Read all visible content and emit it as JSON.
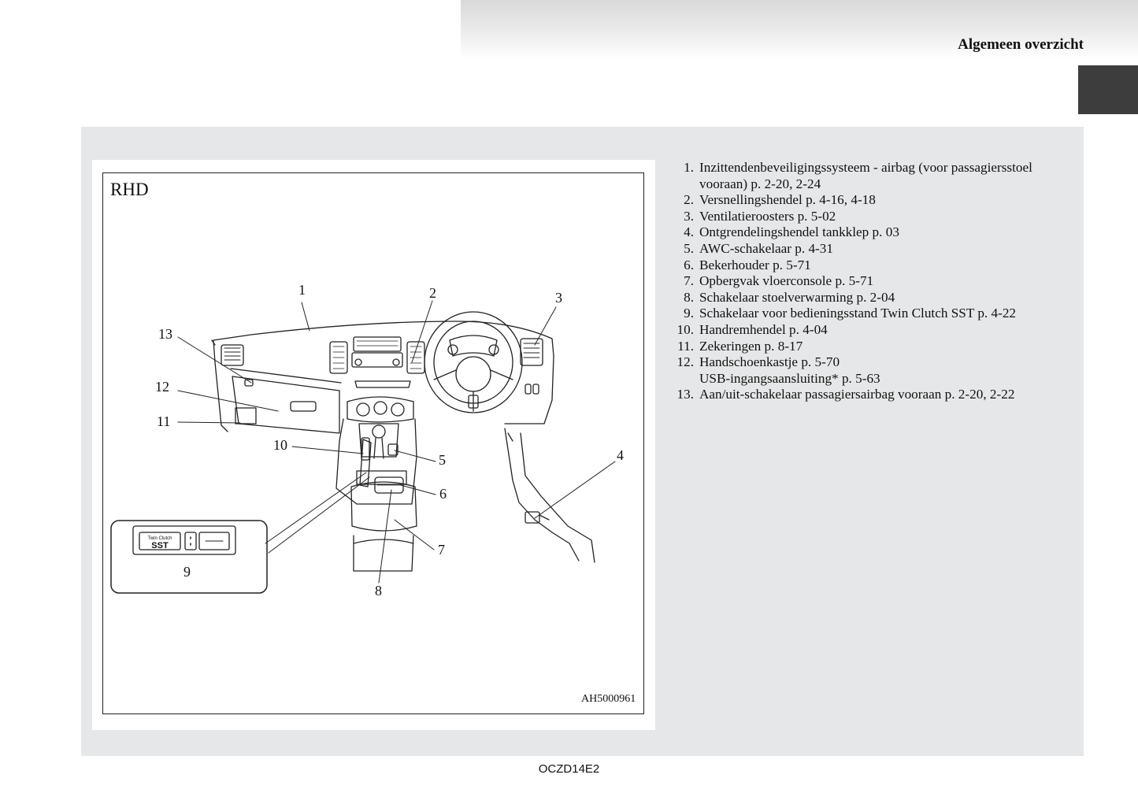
{
  "header": {
    "section_title": "Algemeen overzicht"
  },
  "figure": {
    "variant_label": "RHD",
    "code": "AH5000961",
    "callouts": [
      "1",
      "2",
      "3",
      "4",
      "5",
      "6",
      "7",
      "8",
      "9",
      "10",
      "11",
      "12",
      "13"
    ],
    "inset": {
      "badge_top": "Twin Clutch",
      "badge_main": "SST"
    }
  },
  "legend": [
    {
      "num": "1.",
      "text": "Inzittendenbeveiligingssysteem - airbag (voor passagiersstoel",
      "extra": "vooraan) p. 2-20, 2-24"
    },
    {
      "num": "2.",
      "text": "Versnellingshendel p. 4-16, 4-18"
    },
    {
      "num": "3.",
      "text": "Ventilatieroosters p. 5-02"
    },
    {
      "num": "4.",
      "text": "Ontgrendelingshendel tankklep p. 03"
    },
    {
      "num": "5.",
      "text": "AWC-schakelaar p. 4-31"
    },
    {
      "num": "6.",
      "text": "Bekerhouder p. 5-71"
    },
    {
      "num": "7.",
      "text": "Opbergvak vloerconsole p. 5-71"
    },
    {
      "num": "8.",
      "text": "Schakelaar stoelverwarming p. 2-04"
    },
    {
      "num": "9.",
      "text": "Schakelaar voor bedieningsstand Twin Clutch SST p. 4-22"
    },
    {
      "num": "10.",
      "text": "Handremhendel p. 4-04"
    },
    {
      "num": "11.",
      "text": "Zekeringen p. 8-17"
    },
    {
      "num": "12.",
      "text": "Handschoenkastje p. 5-70",
      "extra": "USB-ingangsaansluiting* p. 5-63"
    },
    {
      "num": "13.",
      "text": "Aan/uit-schakelaar passagiersairbag vooraan p. 2-20, 2-22"
    }
  ],
  "footer": {
    "code": "OCZD14E2"
  }
}
